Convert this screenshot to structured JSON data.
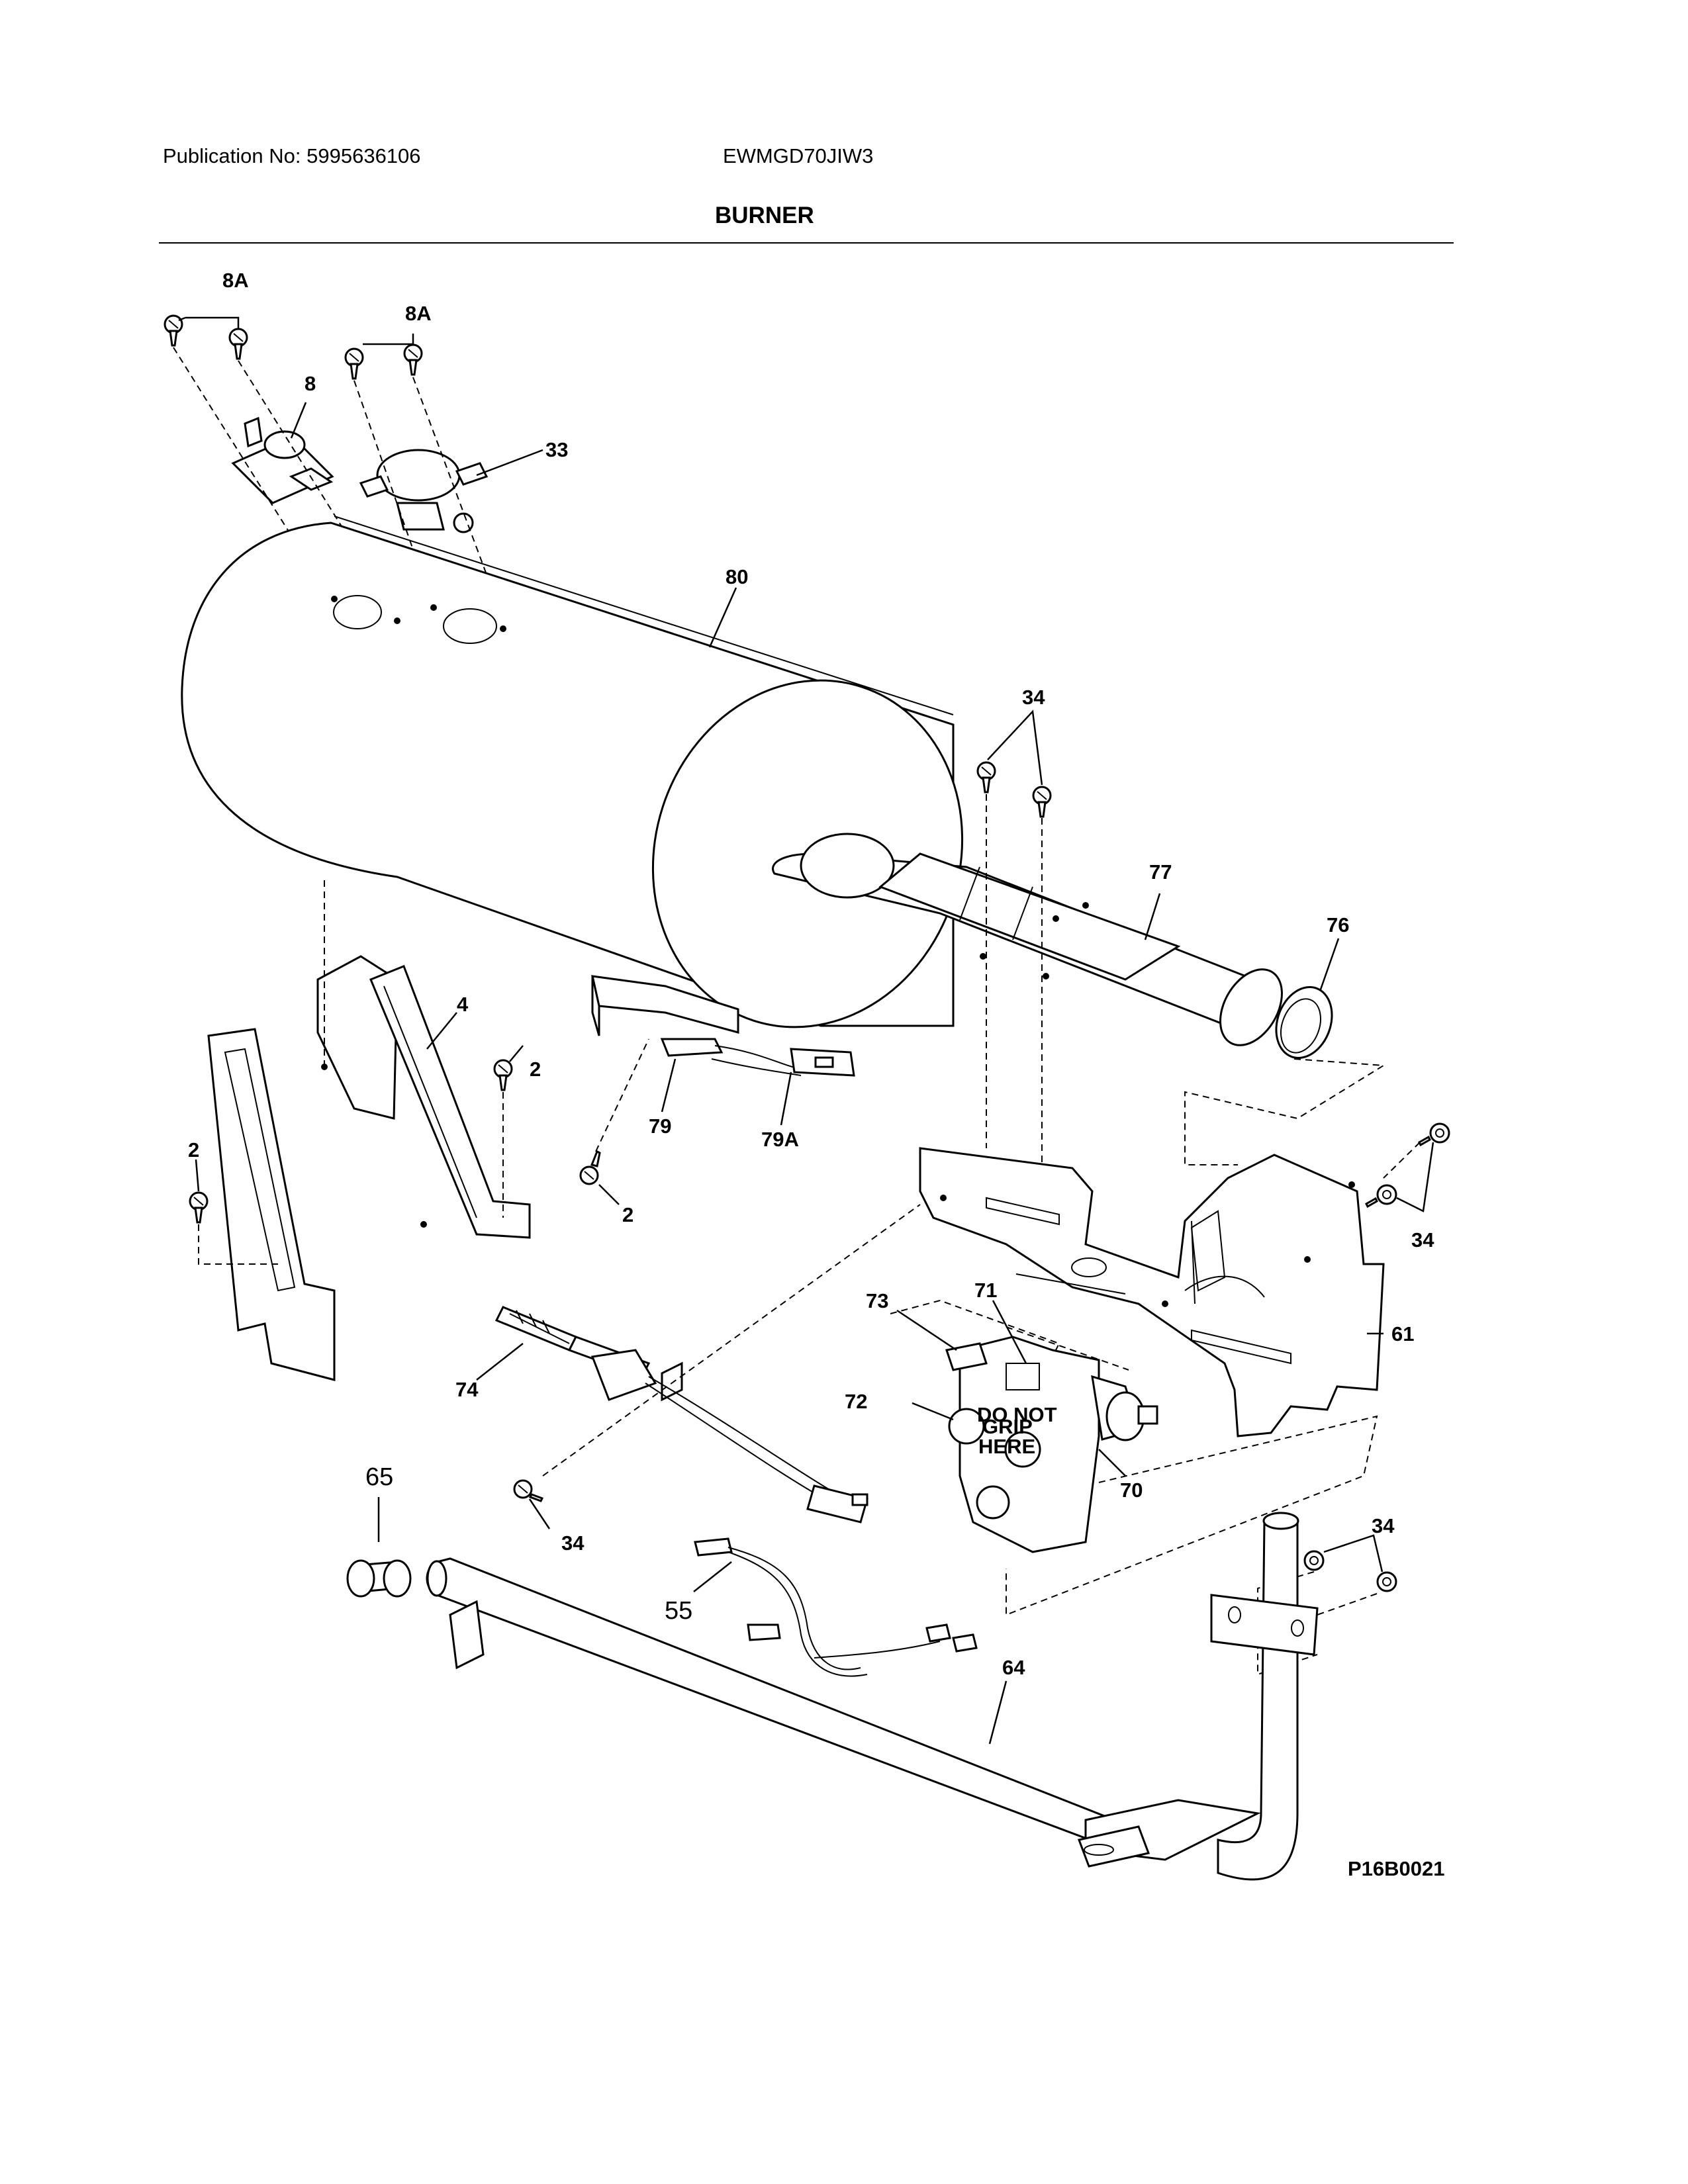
{
  "header": {
    "publication": "Publication No: 5995636106",
    "model": "EWMGD70JIW3",
    "section_title": "BURNER"
  },
  "figure_code": "P16B0021",
  "callouts": [
    {
      "id": "c-8a-left",
      "text": "8A"
    },
    {
      "id": "c-8a-right",
      "text": "8A"
    },
    {
      "id": "c-8",
      "text": "8"
    },
    {
      "id": "c-33",
      "text": "33"
    },
    {
      "id": "c-80",
      "text": "80"
    },
    {
      "id": "c-34-top",
      "text": "34"
    },
    {
      "id": "c-77",
      "text": "77"
    },
    {
      "id": "c-76",
      "text": "76"
    },
    {
      "id": "c-4",
      "text": "4"
    },
    {
      "id": "c-2-mid",
      "text": "2"
    },
    {
      "id": "c-2-left",
      "text": "2"
    },
    {
      "id": "c-2-low",
      "text": "2"
    },
    {
      "id": "c-79",
      "text": "79"
    },
    {
      "id": "c-79a",
      "text": "79A"
    },
    {
      "id": "c-34-right",
      "text": "34"
    },
    {
      "id": "c-61",
      "text": "61"
    },
    {
      "id": "c-73",
      "text": "73"
    },
    {
      "id": "c-71",
      "text": "71"
    },
    {
      "id": "c-72",
      "text": "72"
    },
    {
      "id": "c-70",
      "text": "70"
    },
    {
      "id": "c-74",
      "text": "74"
    },
    {
      "id": "c-65",
      "text": "65"
    },
    {
      "id": "c-34-low",
      "text": "34"
    },
    {
      "id": "c-55",
      "text": "55"
    },
    {
      "id": "c-34-br",
      "text": "34"
    },
    {
      "id": "c-64",
      "text": "64"
    }
  ],
  "valve_label": [
    "DO NOT",
    "GRIP",
    "HERE"
  ]
}
